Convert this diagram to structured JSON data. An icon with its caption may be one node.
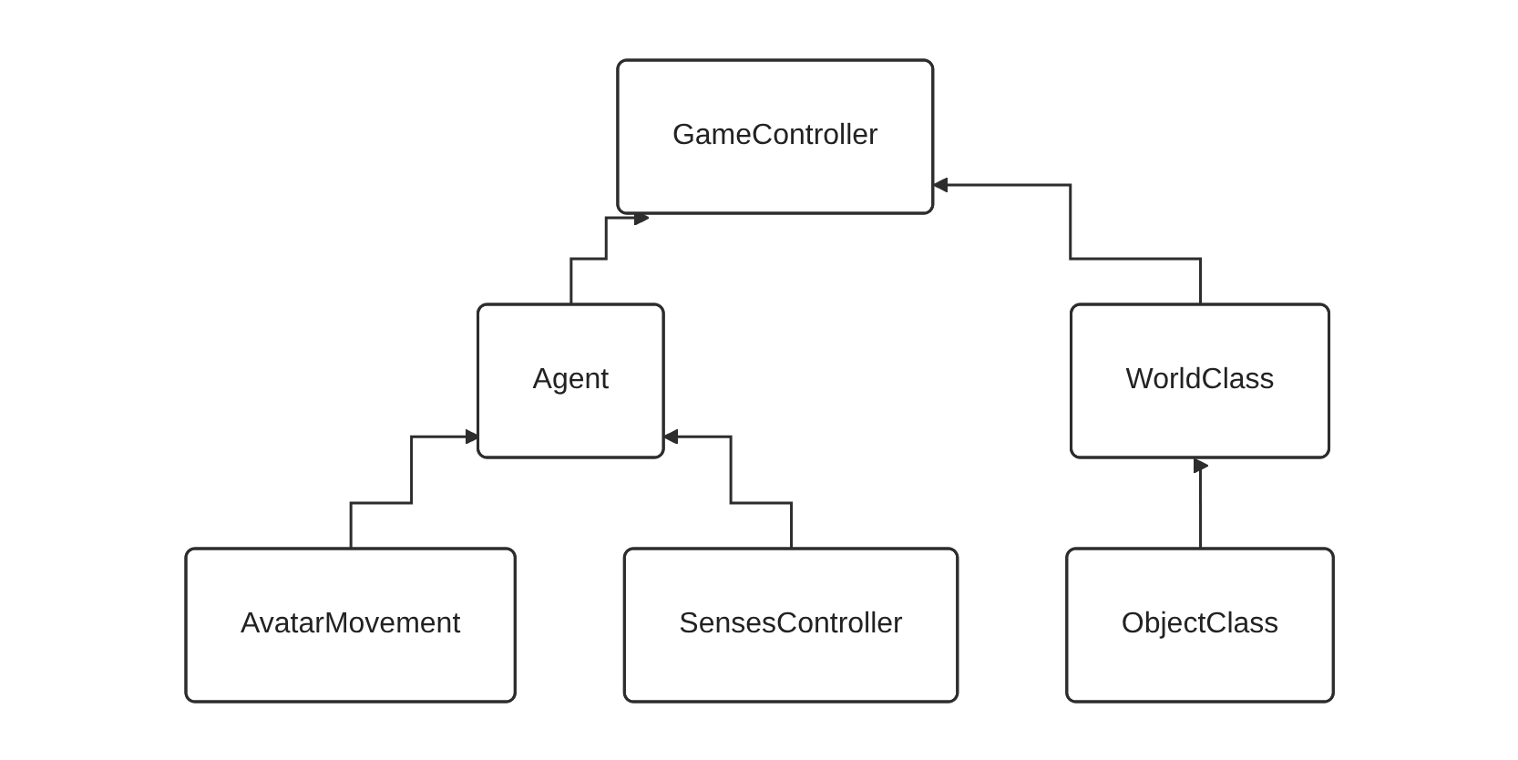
{
  "diagram": {
    "nodes": [
      {
        "text": [
          "GameController"
        ]
      },
      {
        "text": [
          "Agent"
        ]
      },
      {
        "text": [
          "WorldClass"
        ]
      },
      {
        "text": [
          "AvatarMovement"
        ]
      },
      {
        "text": [
          "SensesController"
        ]
      },
      {
        "text": [
          "ObjectClass"
        ]
      }
    ],
    "edges": [
      {
        "from": 1,
        "to": 0,
        "arrow": "to"
      },
      {
        "from": 2,
        "to": 0,
        "arrow": "to"
      },
      {
        "from": 3,
        "to": 1,
        "arrow": "to"
      },
      {
        "from": 4,
        "to": 1,
        "arrow": "to"
      },
      {
        "from": 5,
        "to": 2,
        "arrow": "to"
      }
    ]
  }
}
